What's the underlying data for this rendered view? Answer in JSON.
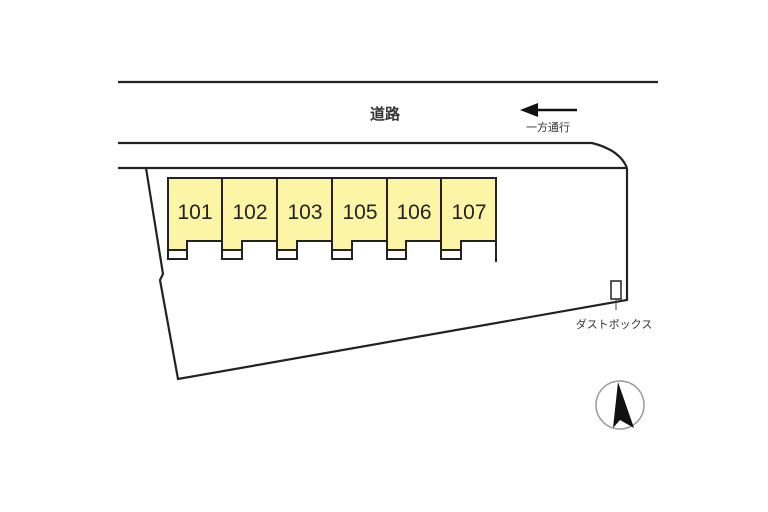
{
  "road": {
    "label": "道路",
    "one_way_label": "一方通行",
    "direction": "left"
  },
  "units": [
    {
      "number": "101"
    },
    {
      "number": "102"
    },
    {
      "number": "103"
    },
    {
      "number": "105"
    },
    {
      "number": "106"
    },
    {
      "number": "107"
    }
  ],
  "facilities": {
    "dust_box_label": "ダストボックス"
  },
  "compass": {
    "icon": "north-arrow-icon",
    "direction": "north"
  },
  "colors": {
    "unit_fill": "#fdf5a6",
    "line": "#222222",
    "background": "#ffffff"
  }
}
